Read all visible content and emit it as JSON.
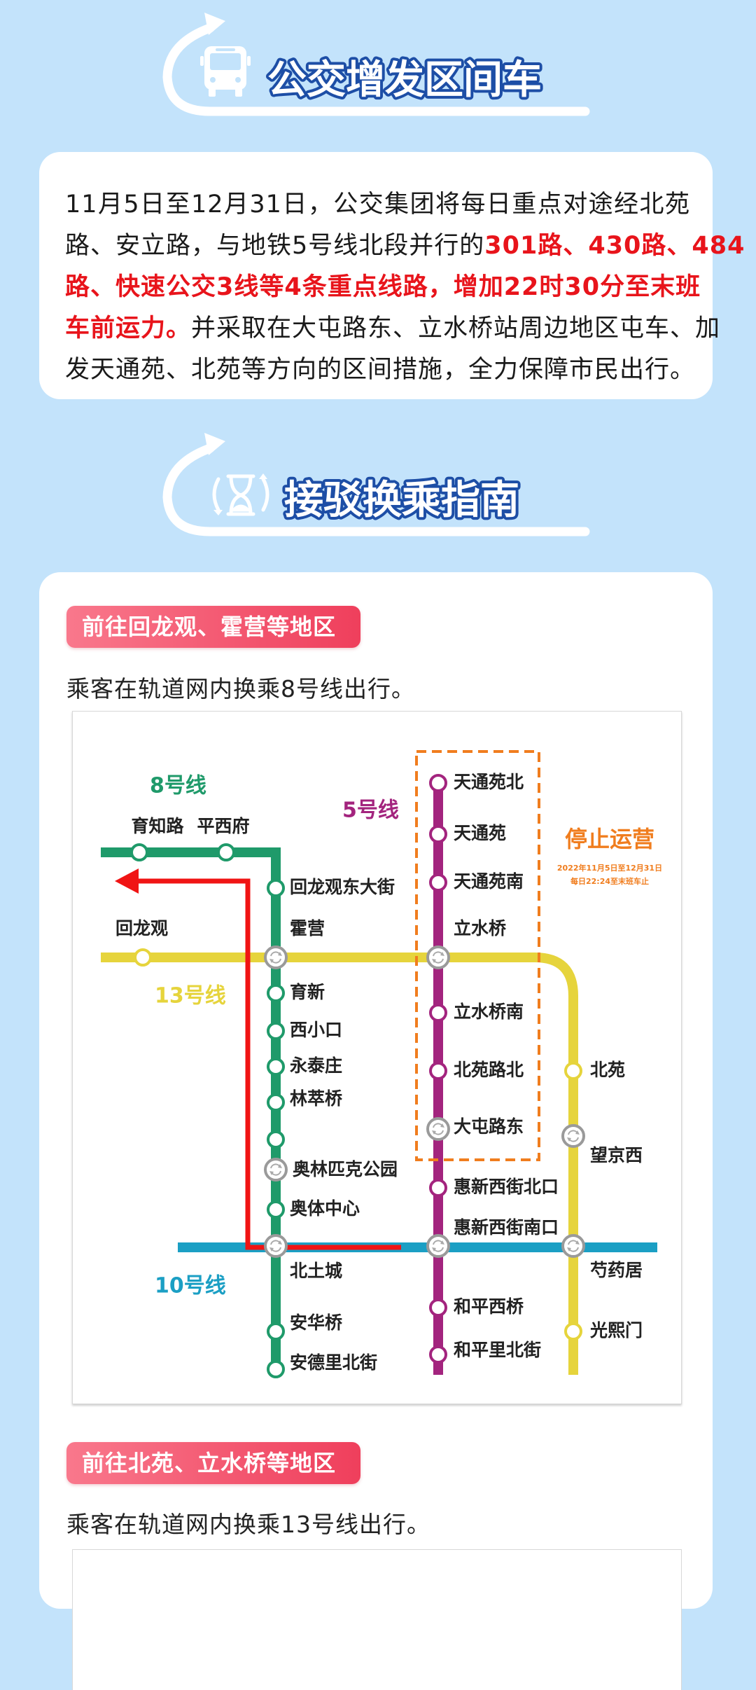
{
  "section1": {
    "title": "公交增发区间车",
    "icon": "bus-icon",
    "paragraph_lines": [
      [
        {
          "text": "11月5日至12月31日，公交集团将每日重点对途经北苑",
          "emphasis": false
        }
      ],
      [
        {
          "text": "路、安立路，与地铁5号线北段并行的",
          "emphasis": false
        },
        {
          "text": "301路、430路、484",
          "emphasis": true
        }
      ],
      [
        {
          "text": "路、快速公交3线等4条重点线路，增加22时30分至末班",
          "emphasis": true
        }
      ],
      [
        {
          "text": "车前运力。",
          "emphasis": true
        },
        {
          "text": "并采取在大屯路东、立水桥站周边地区屯车、加",
          "emphasis": false
        }
      ],
      [
        {
          "text": "发天通苑、北苑等方向的区间措施，全力保障市民出行。",
          "emphasis": false
        }
      ]
    ]
  },
  "section2": {
    "title": "接驳换乘指南",
    "icon": "hourglass-transfer-icon",
    "guides": [
      {
        "badge": "前往回龙观、霍营等地区",
        "description": "乘客在轨道网内换乘8号线出行。"
      },
      {
        "badge": "前往北苑、立水桥等地区",
        "description": "乘客在轨道网内换乘13号线出行。"
      }
    ]
  },
  "map": {
    "lines": {
      "line8": {
        "name": "8号线",
        "color": "#1f9a6a"
      },
      "line5": {
        "name": "5号线",
        "color": "#a3247e"
      },
      "line13": {
        "name": "13号线",
        "color": "#e6d43c"
      },
      "line10": {
        "name": "10号线",
        "color": "#1b9fc4"
      }
    },
    "line8_stations": [
      "育知路",
      "平西府",
      "回龙观东大街",
      "霍营",
      "育新",
      "西小口",
      "永泰庄",
      "林萃桥",
      "奥林匹克公园",
      "奥体中心",
      "北土城",
      "安华桥",
      "安德里北街"
    ],
    "line13_stations": [
      "回龙观",
      "北苑",
      "望京西",
      "芍药居",
      "光熙门"
    ],
    "line5_stations": [
      "天通苑北",
      "天通苑",
      "天通苑南",
      "立水桥",
      "立水桥南",
      "北苑路北",
      "大屯路东",
      "惠新西街北口",
      "惠新西街南口",
      "和平西桥",
      "和平里北街"
    ],
    "suspension": {
      "title": "停止运营",
      "date_range": "2022年11月5日至12月31日",
      "hours": "每日22:24至末班车止",
      "color": "#f07d1e"
    },
    "route_color": "#f01414"
  },
  "colors": {
    "background": "#c3e3fb",
    "emphasis": "#e8141b",
    "badge": "#ef3f5c",
    "title_stroke": "#1d4ea6"
  }
}
